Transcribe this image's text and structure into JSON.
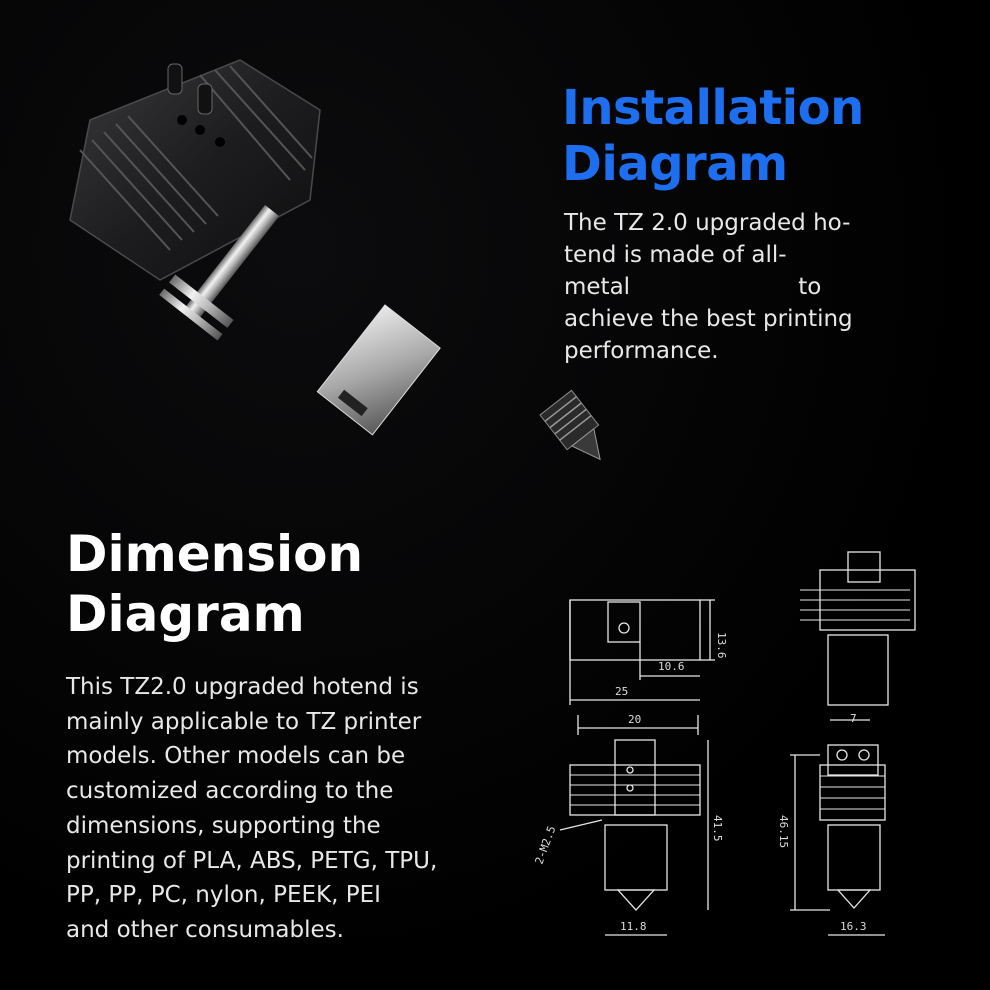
{
  "installation": {
    "title_line1": "Installation",
    "title_line2": "Diagram",
    "desc_lines": [
      "The TZ 2.0 upgraded ho-",
      "tend is made of all-",
      "metal                       to",
      "achieve the best printing",
      "performance."
    ],
    "title_color": "#1e6ef0"
  },
  "dimension": {
    "title_line1": "Dimension",
    "title_line2": "Diagram",
    "desc_lines": [
      "This TZ2.0 upgraded hotend is",
      "mainly applicable to TZ printer",
      "models. Other models can be",
      "customized according to the",
      "dimensions, supporting the",
      "printing of PLA, ABS, PETG, TPU,",
      "PP, PP, PC, nylon, PEEK, PEI",
      "and other consumables."
    ]
  },
  "drawing_labels": {
    "top_height": "13.6",
    "top_inner": "10.6",
    "top_width": "25",
    "front_width": "20",
    "front_height": "41.5",
    "thread": "2-M2.5",
    "front_nozzle": "11.8",
    "side_top": "7",
    "side_height": "46.15",
    "side_bottom": "16.3"
  },
  "icons": {
    "hotend_exploded": "hotend-exploded-illustration",
    "technical_drawings": "technical-drawing-illustration"
  }
}
